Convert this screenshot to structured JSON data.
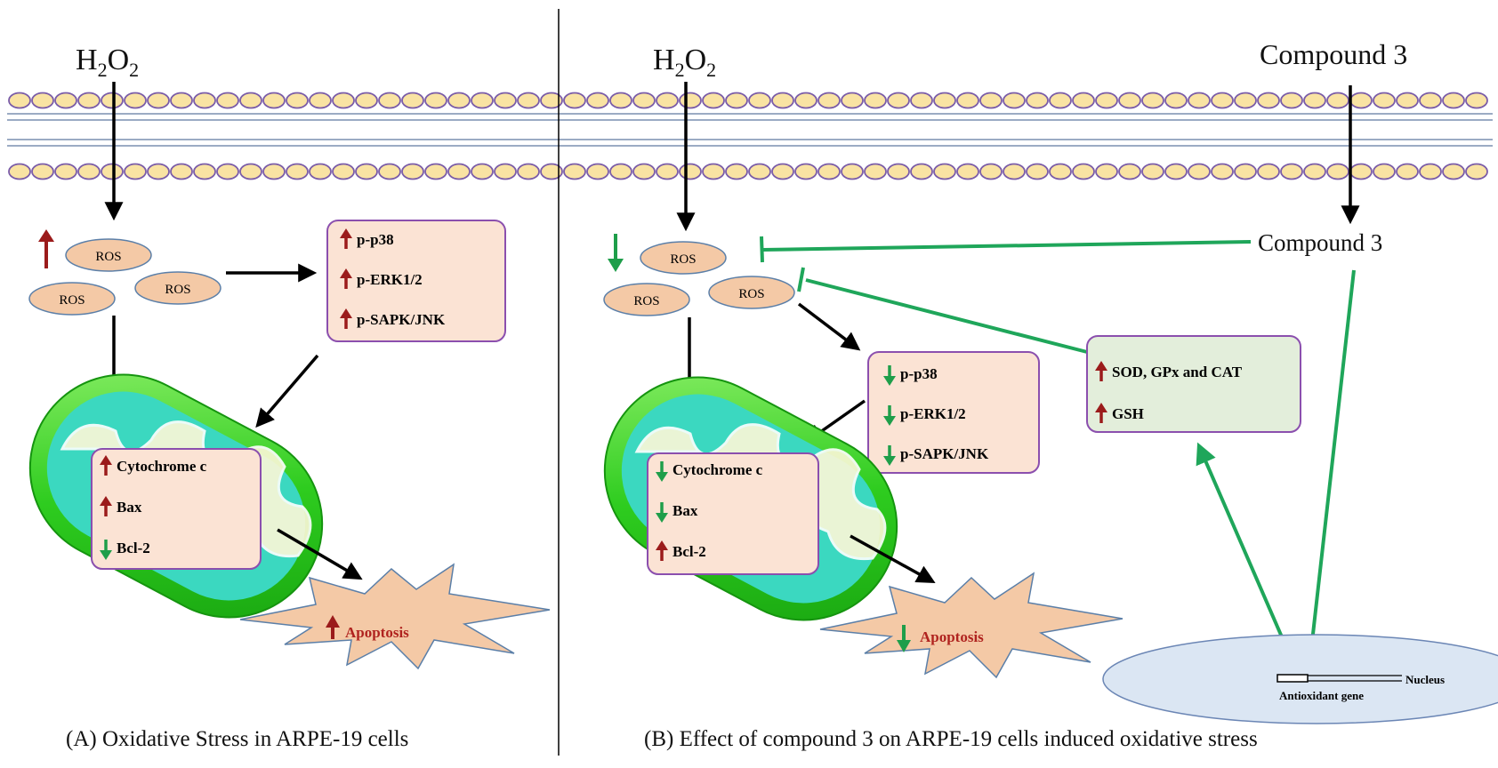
{
  "panelA": {
    "h2o2": {
      "base": "H",
      "sub1": "2",
      "mid": "O",
      "sub2": "2"
    },
    "ros": [
      "ROS",
      "ROS",
      "ROS"
    ],
    "kinase": {
      "items": [
        "p-p38",
        "p-ERK1/2",
        "p-SAPK/JNK"
      ],
      "direction": [
        "up",
        "up",
        "up"
      ]
    },
    "mito": {
      "items": [
        "Cytochrome c",
        "Bax",
        "Bcl-2"
      ],
      "direction": [
        "up",
        "up",
        "down"
      ]
    },
    "apoptosis": "Apoptosis",
    "caption": "(A) Oxidative Stress in ARPE-19 cells"
  },
  "panelB": {
    "h2o2": {
      "base": "H",
      "sub1": "2",
      "mid": "O",
      "sub2": "2"
    },
    "compound_top": "Compound 3",
    "compound_mid": "Compound 3",
    "ros": [
      "ROS",
      "ROS",
      "ROS"
    ],
    "kinase": {
      "items": [
        "p-p38",
        "p-ERK1/2",
        "p-SAPK/JNK"
      ],
      "direction": [
        "down",
        "down",
        "down"
      ]
    },
    "mito": {
      "items": [
        "Cytochrome c",
        "Bax",
        "Bcl-2"
      ],
      "direction": [
        "down",
        "down",
        "up"
      ]
    },
    "antioxidant": {
      "items": [
        "SOD, GPx and CAT",
        "GSH"
      ],
      "direction": [
        "up",
        "up"
      ]
    },
    "apoptosis": "Apoptosis",
    "nucleus": "Nucleus",
    "gene": "Antioxidant gene",
    "caption": "(B) Effect of compound 3 on ARPE-19 cells induced oxidative stress"
  },
  "colors": {
    "up_red": "#9b1b1b",
    "down_green": "#1e9e4a",
    "inhibit_green": "#1fa65a",
    "membrane_head": "#f9e3a3",
    "membrane_stroke": "#7a5ca8",
    "ros_fill": "#f4c9a6",
    "box_fill": "#fbe3d4",
    "box_stroke": "#8b4fae",
    "antiox_fill": "#e3eedb",
    "nucleus_fill": "#dbe6f3"
  }
}
